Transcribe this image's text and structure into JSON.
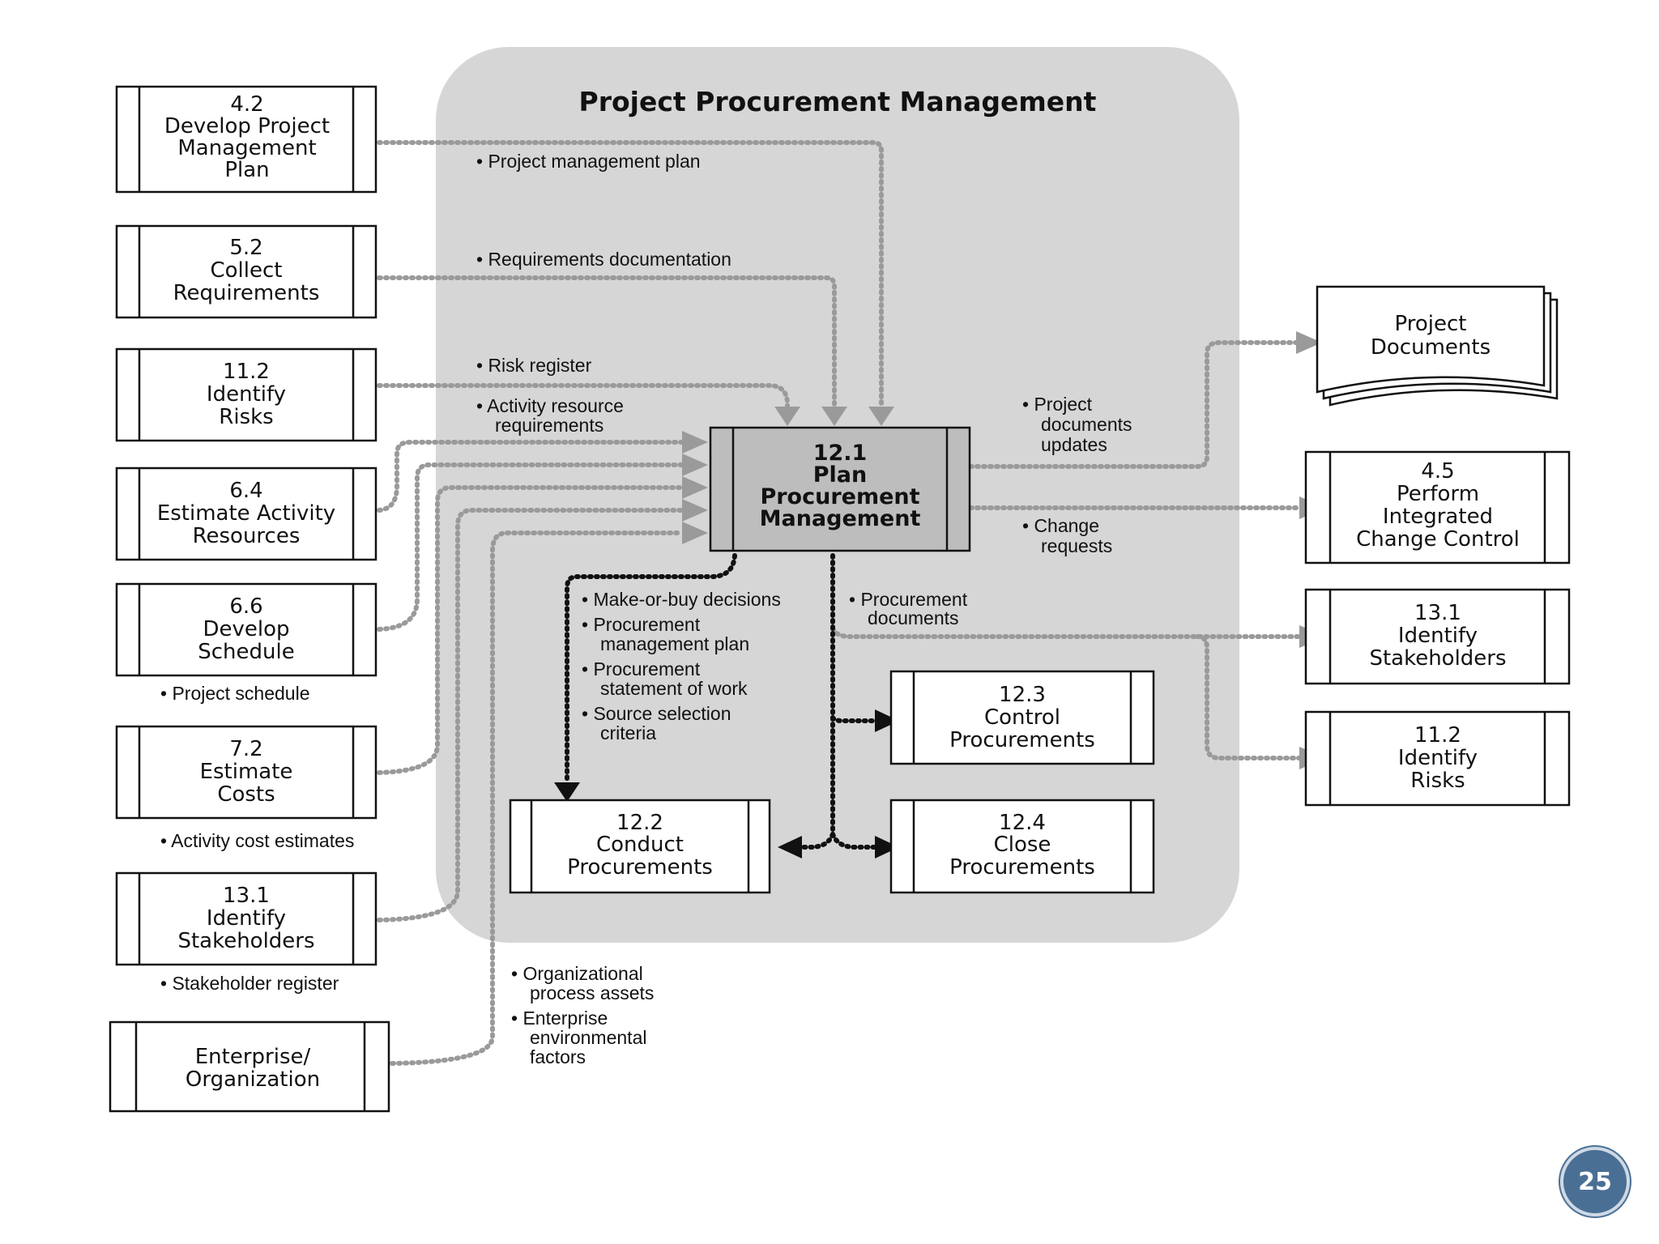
{
  "title": "Project Procurement Management",
  "page_number": "25",
  "main_process": {
    "line1": "12.1",
    "line2": "Plan",
    "line3": "Procurement",
    "line4": "Management"
  },
  "inputs_left": [
    {
      "lines": [
        "4.2",
        "Develop Project",
        "Management",
        "Plan"
      ]
    },
    {
      "lines": [
        "5.2",
        "Collect",
        "Requirements"
      ]
    },
    {
      "lines": [
        "11.2",
        "Identify",
        "Risks"
      ]
    },
    {
      "lines": [
        "6.4",
        "Estimate Activity",
        "Resources"
      ]
    },
    {
      "lines": [
        "6.6",
        "Develop",
        "Schedule"
      ]
    },
    {
      "lines": [
        "7.2",
        "Estimate",
        "Costs"
      ]
    },
    {
      "lines": [
        "13.1",
        "Identify",
        "Stakeholders"
      ]
    },
    {
      "lines": [
        "Enterprise/",
        "Organization"
      ]
    }
  ],
  "outputs_right": [
    {
      "lines": [
        "Project",
        "Documents"
      ]
    },
    {
      "lines": [
        "4.5",
        "Perform",
        "Integrated",
        "Change Control"
      ]
    },
    {
      "lines": [
        "13.1",
        "Identify",
        "Stakeholders"
      ]
    },
    {
      "lines": [
        "11.2",
        "Identify",
        "Risks"
      ]
    }
  ],
  "inner_processes": [
    {
      "lines": [
        "12.2",
        "Conduct",
        "Procurements"
      ]
    },
    {
      "lines": [
        "12.3",
        "Control",
        "Procurements"
      ]
    },
    {
      "lines": [
        "12.4",
        "Close",
        "Procurements"
      ]
    }
  ],
  "labels": {
    "pm_plan": "• Project management plan",
    "req_doc": "• Requirements documentation",
    "risk_register": "• Risk register",
    "activity_res_1": "• Activity resource",
    "activity_res_2": "requirements",
    "project_schedule": "• Project schedule",
    "activity_cost": "• Activity cost estimates",
    "stakeholder_reg": "• Stakeholder register",
    "opa_1": "• Organizational",
    "opa_2": "process assets",
    "eef_1": "• Enterprise",
    "eef_2": "environmental",
    "eef_3": "factors",
    "proj_doc_upd_1": "• Project",
    "proj_doc_upd_2": "documents",
    "proj_doc_upd_3": "updates",
    "change_req_1": "• Change",
    "change_req_2": "requests",
    "proc_docs_1": "• Procurement",
    "proc_docs_2": "documents",
    "make_or_buy": "• Make-or-buy decisions",
    "proc_mgmt_plan_1": "• Procurement",
    "proc_mgmt_plan_2": "management plan",
    "proc_sow_1": "• Procurement",
    "proc_sow_2": "statement of work",
    "source_sel_1": "• Source selection",
    "source_sel_2": "criteria"
  },
  "colors": {
    "panel": "#d6d6d6",
    "main_box": "#bdbdbd",
    "flow": "#9a9a9a",
    "badge": "#4a6f95"
  }
}
